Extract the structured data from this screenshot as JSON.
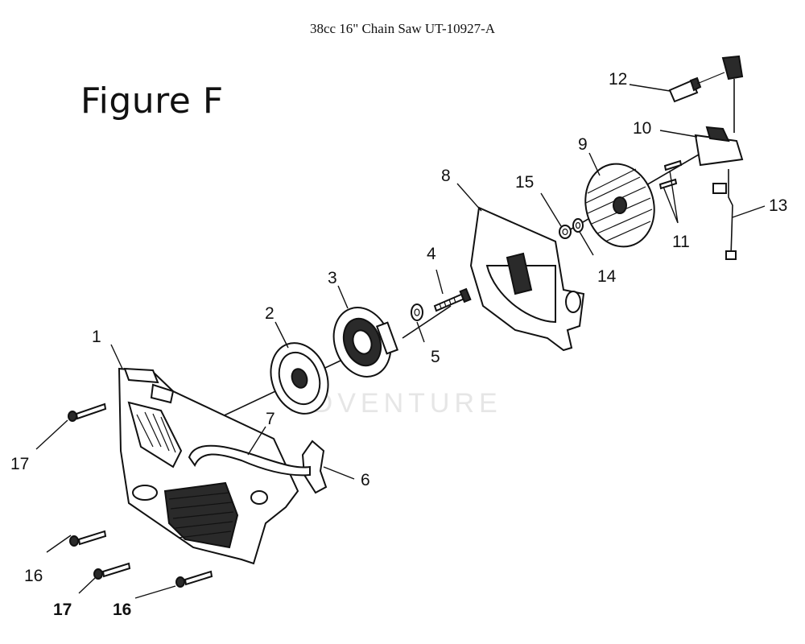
{
  "header": {
    "title": "38cc 16\" Chain Saw UT-10927-A"
  },
  "figure": {
    "title": "Figure F"
  },
  "watermark": "ADVENTURE",
  "callouts": [
    {
      "id": "c1",
      "label": "1"
    },
    {
      "id": "c2",
      "label": "2"
    },
    {
      "id": "c3",
      "label": "3"
    },
    {
      "id": "c4",
      "label": "4"
    },
    {
      "id": "c5",
      "label": "5"
    },
    {
      "id": "c6",
      "label": "6"
    },
    {
      "id": "c7",
      "label": "7"
    },
    {
      "id": "c8",
      "label": "8"
    },
    {
      "id": "c9",
      "label": "9"
    },
    {
      "id": "c10",
      "label": "10"
    },
    {
      "id": "c11",
      "label": "11"
    },
    {
      "id": "c12",
      "label": "12"
    },
    {
      "id": "c13",
      "label": "13"
    },
    {
      "id": "c14",
      "label": "14"
    },
    {
      "id": "c15",
      "label": "15"
    },
    {
      "id": "c16a",
      "label": "16"
    },
    {
      "id": "c17a",
      "label": "17"
    },
    {
      "id": "c17b",
      "label": "17",
      "bold": true
    },
    {
      "id": "c16b",
      "label": "16",
      "bold": true
    }
  ]
}
